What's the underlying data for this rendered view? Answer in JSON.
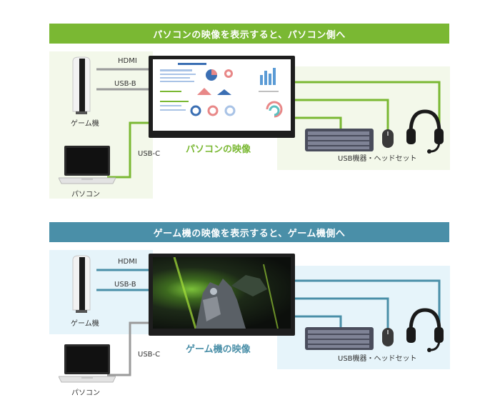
{
  "section1": {
    "banner": "パソコンの映像を表示すると、パソコン側へ",
    "banner_color": "#7ab833",
    "line_color": "#7ab833",
    "labels": {
      "hdmi": "HDMI",
      "usbb": "USB-B",
      "usbc": "USB-C",
      "game": "ゲーム機",
      "pc": "パソコン",
      "usb": "USB機器・ヘッドセット"
    },
    "caption": "パソコンの映像"
  },
  "section2": {
    "banner": "ゲーム機の映像を表示すると、ゲーム機側へ",
    "banner_color": "#4a8fa8",
    "line_color": "#4a8fa8",
    "labels": {
      "hdmi": "HDMI",
      "usbb": "USB-B",
      "usbc": "USB-C",
      "game": "ゲーム機",
      "pc": "パソコン",
      "usb": "USB機器・ヘッドセット"
    },
    "caption": "ゲーム機の映像"
  },
  "icons": [
    "game-console-icon",
    "laptop-icon",
    "keyboard-icon",
    "mouse-icon",
    "headset-icon",
    "monitor-icon"
  ]
}
